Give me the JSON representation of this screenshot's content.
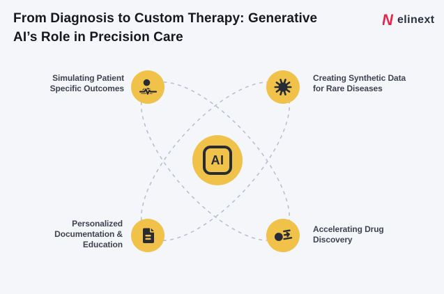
{
  "title": {
    "line1": "From Diagnosis to Custom Therapy: Generative",
    "line2": "AI’s Role in Precision Care"
  },
  "logo": {
    "brand": "elinext"
  },
  "center": {
    "label": "AI"
  },
  "nodes": {
    "top_left": {
      "icon": "patient-pulse-icon",
      "line1": "Simulating Patient",
      "line2": "Specific Outcomes"
    },
    "top_right": {
      "icon": "virus-icon",
      "line1": "Creating Synthetic Data",
      "line2": "for Rare Diseases"
    },
    "bottom_left": {
      "icon": "document-icon",
      "line1": "Personalized",
      "line2": "Documentation &",
      "line3": "Education"
    },
    "bottom_right": {
      "icon": "speed-lines-icon",
      "line1": "Accelerating Drug",
      "line2": "Discovery"
    }
  },
  "colors": {
    "background": "#F5F6F9",
    "accent_yellow": "#F0C24A",
    "icon_dark": "#262B36",
    "title_dark": "#17181F",
    "label_text": "#3E4354",
    "orbit_dash": "#B7C0D2",
    "brand_red": "#E6244A",
    "brand_navy": "#2A3040"
  }
}
